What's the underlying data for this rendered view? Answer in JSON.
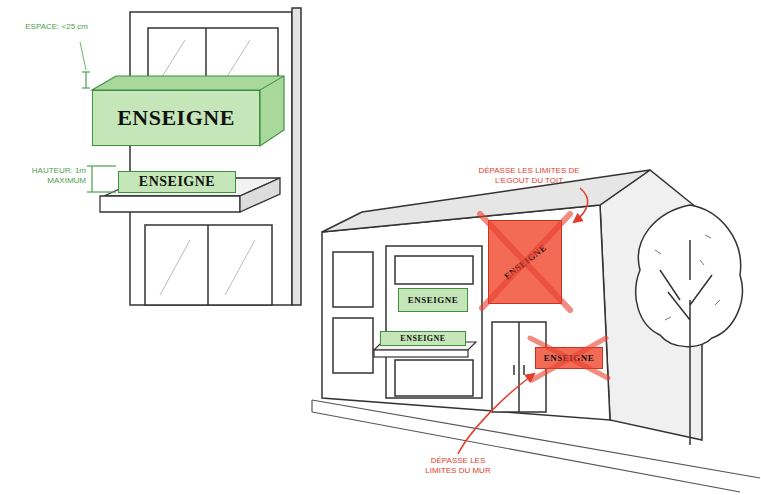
{
  "diagram": {
    "nodes": [
      {
        "text": [
          "ENSEIGNE"
        ]
      },
      {
        "text": [
          "ENSEIGNE"
        ]
      },
      {
        "text": [
          "ENSEIGNE"
        ]
      },
      {
        "text": [
          "ENSEIGNE"
        ]
      },
      {
        "text": [
          "ENSEIGNE"
        ]
      },
      {
        "text": [
          "ENSEIGNE"
        ]
      }
    ],
    "labels": [
      "ESPACE: <25 cm",
      "HAUTEUR: 1m MAXIMUM",
      "DÉPASSE LES LIMITES DE L'EGOUT DU TOIT",
      "DÉPASSE LES LIMITES DU MUR"
    ]
  }
}
